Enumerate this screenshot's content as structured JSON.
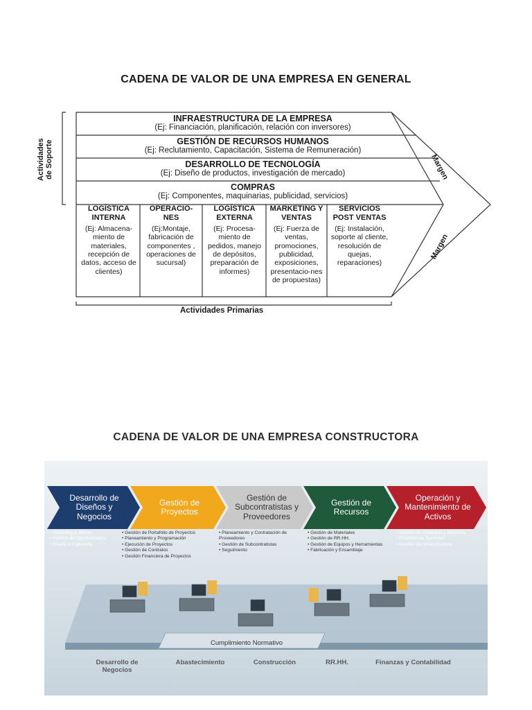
{
  "doc": {
    "title1": "CADENA DE VALOR DE UNA EMPRESA EN GENERAL",
    "title2": "CADENA DE VALOR DE UNA EMPRESA CONSTRUCTORA"
  },
  "chain1": {
    "support_label_line1": "Actividades",
    "support_label_line2": "de Soporte",
    "margin_label": "Margen",
    "primary_label": "Actividades Primarias",
    "support": [
      {
        "head": "INFRAESTRUCTURA DE LA EMPRESA",
        "sub": "(Ej: Financiación, planificación, relación con inversores)"
      },
      {
        "head": "GESTIÓN DE RECURSOS HUMANOS",
        "sub": "(Ej: Reclutamiento, Capacitación, Sistema de Remuneración)"
      },
      {
        "head": "DESARROLLO DE TECNOLOGÍA",
        "sub": "(Ej: Diseño de productos, investigación de mercado)"
      },
      {
        "head": "COMPRAS",
        "sub": "(Ej: Componentes, maquinarias, publicidad, servicios)"
      }
    ],
    "primary": [
      {
        "head": "LOGÍSTICA INTERNA",
        "body": "(Ej: Almacena-miento de materiales, recepción de datos, acceso de clientes)"
      },
      {
        "head": "OPERACIO-NES",
        "body": "(Ej:Montaje, fabricación de componentes , operaciones de sucursal)"
      },
      {
        "head": "LOGÍSTICA EXTERNA",
        "body": "(Ej: Procesa-miento de pedidos, manejo de depósitos, preparación de informes)"
      },
      {
        "head": "MARKETING Y VENTAS",
        "body": "(Ej: Fuerza de ventas, promociones, publicidad, exposiciones, presentacio-nes de propuestas)"
      },
      {
        "head": "SERVICIOS POST VENTAS",
        "body": "(Ej: Instalación, soporte al cliente, resolución de quejas, reparaciones)"
      }
    ]
  },
  "chain2": {
    "stages": [
      {
        "label": "Desarrollo de Diseños y Negocios",
        "color": "#1d3d6e",
        "bullets": [
          "• Marketing & Ventas",
          "• Gestión de Oportunidades",
          "• Diseño e Ingeniería"
        ]
      },
      {
        "label": "Gestión de Proyectos",
        "color": "#f2a81d",
        "bullets": [
          "• Gestión de Portafolio de Proyectos",
          "• Planeamiento y Programación",
          "• Ejecución de Proyectos",
          "• Gestión de Contratos",
          "• Gestión Financiera de Proyectos"
        ]
      },
      {
        "label": "Gestión de Subcontratistas y Proveedores",
        "color": "#c9c9c9",
        "bullets": [
          "• Planeamiento y Contratación de Proveedores",
          "• Gestión de Subcontratistas",
          "• Seguimiento"
        ]
      },
      {
        "label": "Gestión de Recursos",
        "color": "#1f5a3a",
        "bullets": [
          "• Gestión de Materiales",
          "• Gestión de RR.HH.",
          "• Gestión de Equipos y Herramientas",
          "• Fabricación y Ensamblaje"
        ]
      },
      {
        "label": "Operación y Mantenimiento de Activos",
        "color": "#b5202a",
        "bullets": [
          "• Gestión de Contratos y Servicios",
          "• Provisión de Servicios",
          "• Gestión de Infraestructura"
        ]
      }
    ],
    "compliance": "Cumplimiento Normativo",
    "areas": [
      "Desarrollo de Negocios",
      "Abastecimiento",
      "Construcción",
      "RR.HH.",
      "Finanzas y Contabilidad"
    ],
    "icons": [
      "workstation-icon",
      "workstation-icon",
      "workstation-icon",
      "workstation-icon",
      "workstation-icon"
    ]
  }
}
